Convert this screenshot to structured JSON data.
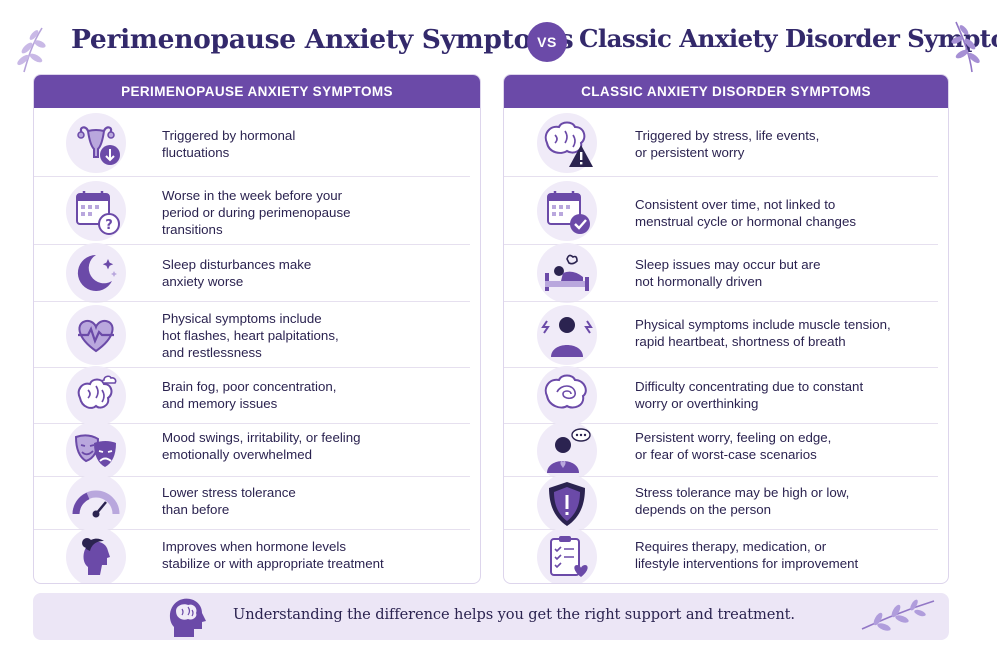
{
  "header": {
    "title_left": "Perimenopause Anxiety Symptoms",
    "vs": "VS",
    "title_right": "Classic Anxiety Disorder Symptoms"
  },
  "left_panel": {
    "header": "PERIMENOPAUSE ANXIETY SYMPTOMS",
    "rows": [
      {
        "icon": "uterus-hormone-icon",
        "lines": [
          "Triggered by hormonal",
          "fluctuations"
        ]
      },
      {
        "icon": "calendar-question-icon",
        "lines": [
          "Worse in the week before your",
          "period or during perimenopause",
          "transitions"
        ]
      },
      {
        "icon": "moon-stars-icon",
        "lines": [
          "Sleep disturbances make",
          "anxiety worse"
        ]
      },
      {
        "icon": "heart-pulse-icon",
        "lines": [
          "Physical symptoms include",
          "hot flashes, heart palpitations,",
          "and restlessness"
        ]
      },
      {
        "icon": "brain-fog-icon",
        "lines": [
          "Brain fog, poor concentration,",
          "and memory issues"
        ]
      },
      {
        "icon": "theater-masks-icon",
        "lines": [
          "Mood swings, irritability, or feeling",
          "emotionally overwhelmed"
        ]
      },
      {
        "icon": "gauge-icon",
        "lines": [
          "Lower stress tolerance",
          "than before"
        ]
      },
      {
        "icon": "woman-profile-icon",
        "lines": [
          "Improves when hormone levels",
          "stabilize or with appropriate treatment"
        ]
      }
    ]
  },
  "right_panel": {
    "header": "CLASSIC ANXIETY DISORDER SYMPTOMS",
    "rows": [
      {
        "icon": "brain-warning-icon",
        "lines": [
          "Triggered by stress, life events,",
          "or persistent worry"
        ]
      },
      {
        "icon": "calendar-check-icon",
        "lines": [
          "Consistent over time, not linked to",
          "menstrual cycle or hormonal changes"
        ]
      },
      {
        "icon": "person-in-bed-icon",
        "lines": [
          "Sleep issues may occur but are",
          "not hormonally driven"
        ]
      },
      {
        "icon": "tense-person-icon",
        "lines": [
          "Physical symptoms include muscle tension,",
          "rapid heartbeat, shortness of breath"
        ]
      },
      {
        "icon": "tangled-brain-icon",
        "lines": [
          "Difficulty concentrating due to constant",
          "worry or overthinking"
        ]
      },
      {
        "icon": "worried-person-icon",
        "lines": [
          "Persistent worry, feeling on edge,",
          "or fear of worst-case scenarios"
        ]
      },
      {
        "icon": "shield-alert-icon",
        "lines": [
          "Stress tolerance may be high or low,",
          "depends on the person"
        ]
      },
      {
        "icon": "clipboard-heart-icon",
        "lines": [
          "Requires therapy, medication, or",
          "lifestyle interventions for improvement"
        ]
      }
    ]
  },
  "footer": {
    "icon": "head-brain-icon",
    "text": "Understanding the difference helps you get the right support and treatment."
  },
  "colors": {
    "primary_purple": "#6b4aa8",
    "title_navy": "#33296b",
    "icon_bg": "#f0ebf8",
    "footer_bg": "#ece6f6",
    "text": "#2b2350"
  }
}
